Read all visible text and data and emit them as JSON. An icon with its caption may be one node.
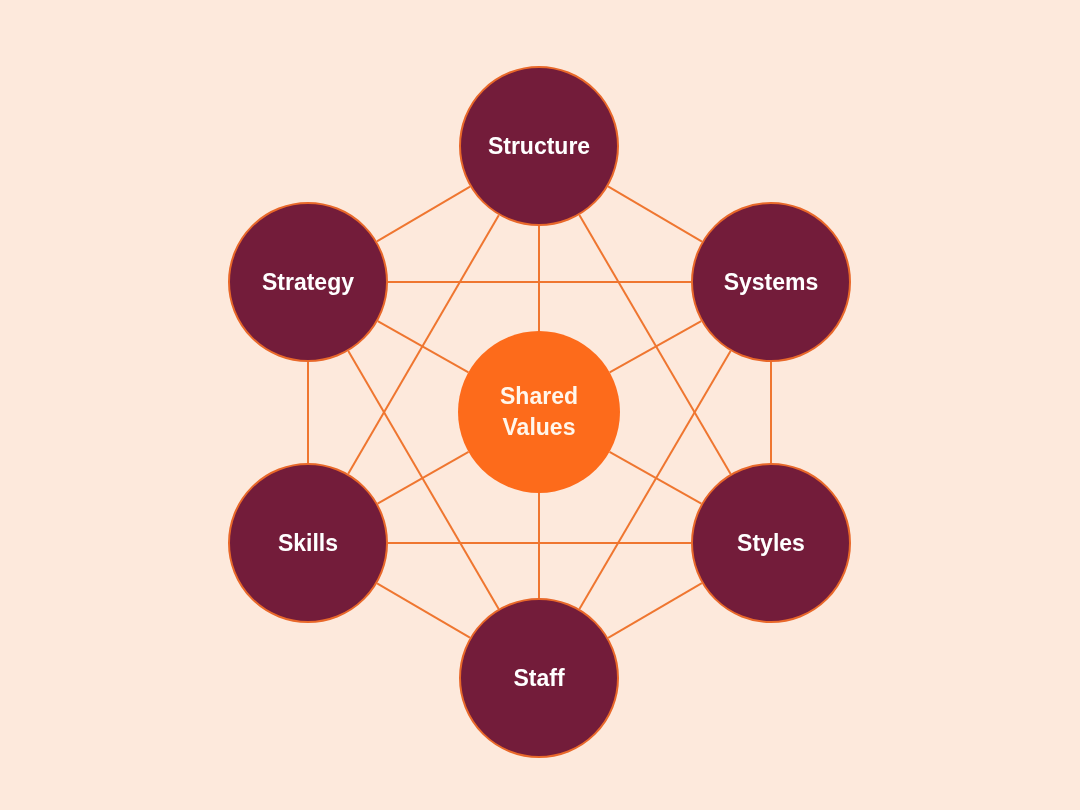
{
  "diagram": {
    "nodes": [
      {
        "text": [
          "Structure"
        ]
      },
      {
        "text": [
          "Strategy"
        ]
      },
      {
        "text": [
          "Systems"
        ]
      },
      {
        "text": [
          "Shared Values"
        ]
      },
      {
        "text": [
          "Skills"
        ]
      },
      {
        "text": [
          "Styles"
        ]
      },
      {
        "text": [
          "Staff"
        ]
      }
    ],
    "edges": [
      {
        "from": 0,
        "to": 1,
        "arrow": "none"
      },
      {
        "from": 0,
        "to": 2,
        "arrow": "none"
      },
      {
        "from": 0,
        "to": 3,
        "arrow": "none"
      },
      {
        "from": 0,
        "to": 4,
        "arrow": "none"
      },
      {
        "from": 0,
        "to": 5,
        "arrow": "none"
      },
      {
        "from": 1,
        "to": 2,
        "arrow": "none"
      },
      {
        "from": 1,
        "to": 3,
        "arrow": "none"
      },
      {
        "from": 1,
        "to": 4,
        "arrow": "none"
      },
      {
        "from": 1,
        "to": 6,
        "arrow": "none"
      },
      {
        "from": 2,
        "to": 3,
        "arrow": "none"
      },
      {
        "from": 2,
        "to": 5,
        "arrow": "none"
      },
      {
        "from": 2,
        "to": 6,
        "arrow": "none"
      },
      {
        "from": 3,
        "to": 4,
        "arrow": "none"
      },
      {
        "from": 3,
        "to": 5,
        "arrow": "none"
      },
      {
        "from": 3,
        "to": 6,
        "arrow": "none"
      },
      {
        "from": 4,
        "to": 5,
        "arrow": "none"
      },
      {
        "from": 4,
        "to": 6,
        "arrow": "none"
      },
      {
        "from": 5,
        "to": 6,
        "arrow": "none"
      }
    ]
  }
}
